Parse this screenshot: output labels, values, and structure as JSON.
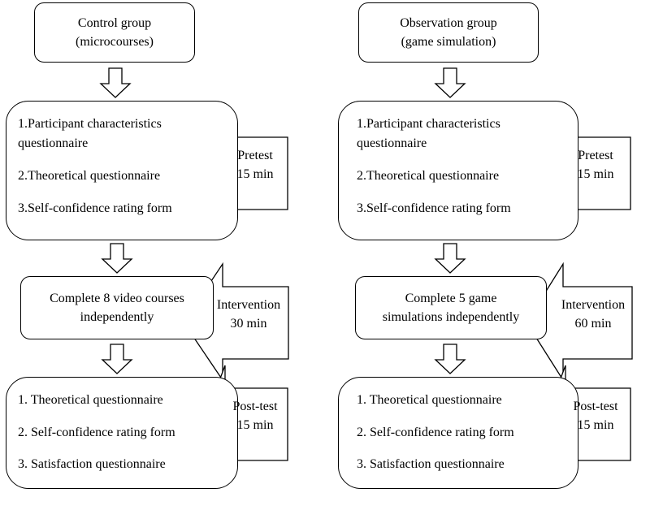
{
  "control": {
    "header": [
      "Control group",
      "(microcourses)"
    ],
    "pretest_items": [
      "1.Participant characteristics",
      "questionnaire",
      "2.Theoretical questionnaire",
      "3.Self-confidence rating form"
    ],
    "pretest_label": [
      "Pretest",
      "15 min"
    ],
    "intervention": [
      "Complete 8 video courses",
      "independently"
    ],
    "intervention_label": [
      "Intervention",
      "30 min"
    ],
    "posttest_items": [
      "1. Theoretical questionnaire",
      "2. Self-confidence rating form",
      "3. Satisfaction questionnaire"
    ],
    "posttest_label": [
      "Post-test",
      "15 min"
    ]
  },
  "observation": {
    "header": [
      "Observation group",
      "(game simulation)"
    ],
    "pretest_items": [
      "1.Participant characteristics",
      "questionnaire",
      "2.Theoretical questionnaire",
      "3.Self-confidence rating form"
    ],
    "pretest_label": [
      "Pretest",
      "15 min"
    ],
    "intervention": [
      "Complete 5 game",
      "simulations independently"
    ],
    "intervention_label": [
      "Intervention",
      "60 min"
    ],
    "posttest_items": [
      "1. Theoretical questionnaire",
      "2. Self-confidence rating form",
      "3. Satisfaction questionnaire"
    ],
    "posttest_label": [
      "Post-test",
      "15 min"
    ]
  }
}
